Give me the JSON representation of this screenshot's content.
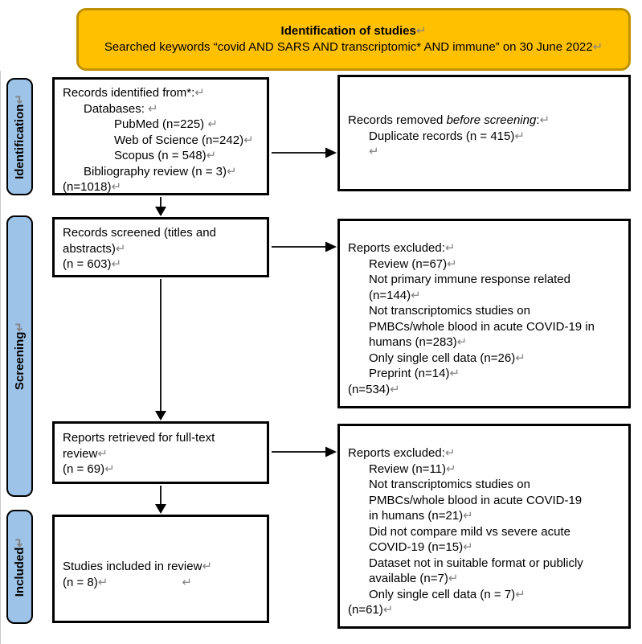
{
  "marks": {
    "return": "↵"
  },
  "colors": {
    "banner_fill": "#FFC000",
    "banner_border": "#BF9000",
    "stage_fill": "#9DC3E8",
    "box_border": "#000000",
    "return_mark": "#848484"
  },
  "banner": {
    "title": "Identification of studies",
    "subtitle": "Searched keywords “covid AND SARS AND transcriptomic* AND immune” on 30 June 2022"
  },
  "stages": [
    {
      "label": "Identification"
    },
    {
      "label": "Screening"
    },
    {
      "label": "Included"
    }
  ],
  "boxes": {
    "identified": {
      "lines": [
        {
          "indent": 0,
          "parts": [
            {
              "t": "Records identified from*:"
            },
            {
              "t": "↵",
              "ret": true
            }
          ]
        },
        {
          "indent": 1,
          "parts": [
            {
              "t": "Databases: "
            },
            {
              "t": "↵",
              "ret": true
            }
          ]
        },
        {
          "indent": 2,
          "parts": [
            {
              "t": "PubMed (n=225) "
            },
            {
              "t": "↵",
              "ret": true
            }
          ]
        },
        {
          "indent": 2,
          "parts": [
            {
              "t": "Web of Science (n=242)"
            },
            {
              "t": "↵",
              "ret": true
            }
          ]
        },
        {
          "indent": 2,
          "parts": [
            {
              "t": "Scopus (n = 548)"
            },
            {
              "t": "↵",
              "ret": true
            }
          ]
        },
        {
          "indent": 1,
          "parts": [
            {
              "t": "Bibliography review (n = 3)"
            },
            {
              "t": "↵",
              "ret": true
            }
          ]
        },
        {
          "indent": 0,
          "parts": [
            {
              "t": "(n=1018)"
            },
            {
              "t": "↵",
              "ret": true
            }
          ]
        }
      ]
    },
    "removed": {
      "lines": [
        {
          "indent": 0,
          "parts": [
            {
              "t": "Records removed "
            },
            {
              "t": "before screening",
              "i": true
            },
            {
              "t": ":"
            },
            {
              "t": "↵",
              "ret": true
            }
          ]
        },
        {
          "indent": 1,
          "parts": [
            {
              "t": "Duplicate records (n = 415)"
            },
            {
              "t": "↵",
              "ret": true
            }
          ]
        },
        {
          "indent": 1,
          "parts": [
            {
              "t": "↵",
              "ret": true
            }
          ]
        }
      ]
    },
    "screened": {
      "lines": [
        {
          "indent": 0,
          "parts": [
            {
              "t": "Records screened (titles and"
            }
          ]
        },
        {
          "indent": 0,
          "parts": [
            {
              "t": "abstracts)"
            },
            {
              "t": "↵",
              "ret": true
            }
          ]
        },
        {
          "indent": 0,
          "parts": [
            {
              "t": "(n = 603)"
            },
            {
              "t": "↵",
              "ret": true
            }
          ]
        }
      ]
    },
    "excluded_screening": {
      "lines": [
        {
          "indent": 0,
          "parts": [
            {
              "t": "Reports excluded:"
            },
            {
              "t": "↵",
              "ret": true
            }
          ]
        },
        {
          "indent": 1,
          "parts": [
            {
              "t": "Review (n=67)"
            },
            {
              "t": "↵",
              "ret": true
            }
          ]
        },
        {
          "indent": 1,
          "parts": [
            {
              "t": "Not primary immune response related"
            }
          ]
        },
        {
          "indent": 1,
          "parts": [
            {
              "t": "(n=144)"
            },
            {
              "t": "↵",
              "ret": true
            }
          ]
        },
        {
          "indent": 1,
          "parts": [
            {
              "t": "Not transcriptomics studies on"
            }
          ]
        },
        {
          "indent": 1,
          "parts": [
            {
              "t": "PMBCs/whole blood in acute COVID-19 in"
            }
          ]
        },
        {
          "indent": 1,
          "parts": [
            {
              "t": "humans (n=283)"
            },
            {
              "t": "↵",
              "ret": true
            }
          ]
        },
        {
          "indent": 1,
          "parts": [
            {
              "t": "Only single cell data (n=26)"
            },
            {
              "t": "↵",
              "ret": true
            }
          ]
        },
        {
          "indent": 1,
          "parts": [
            {
              "t": "Preprint (n=14)"
            },
            {
              "t": "↵",
              "ret": true
            }
          ]
        },
        {
          "indent": 0,
          "parts": [
            {
              "t": "(n=534)"
            },
            {
              "t": "↵",
              "ret": true
            }
          ]
        }
      ]
    },
    "retrieved": {
      "lines": [
        {
          "indent": 0,
          "parts": [
            {
              "t": "Reports retrieved for full-text"
            }
          ]
        },
        {
          "indent": 0,
          "parts": [
            {
              "t": "review"
            },
            {
              "t": "↵",
              "ret": true
            }
          ]
        },
        {
          "indent": 0,
          "parts": [
            {
              "t": "(n = 69)"
            },
            {
              "t": "↵",
              "ret": true
            }
          ]
        }
      ]
    },
    "excluded_fulltext": {
      "lines": [
        {
          "indent": 0,
          "parts": [
            {
              "t": "Reports excluded:"
            },
            {
              "t": "↵",
              "ret": true
            }
          ]
        },
        {
          "indent": 1,
          "parts": [
            {
              "t": "Review (n=11)"
            },
            {
              "t": "↵",
              "ret": true
            }
          ]
        },
        {
          "indent": 1,
          "parts": [
            {
              "t": "Not transcriptomics studies on"
            }
          ]
        },
        {
          "indent": 1,
          "parts": [
            {
              "t": "PMBCs/whole blood in acute COVID-19"
            }
          ]
        },
        {
          "indent": 1,
          "parts": [
            {
              "t": "in humans (n=21)"
            },
            {
              "t": "↵",
              "ret": true
            }
          ]
        },
        {
          "indent": 1,
          "parts": [
            {
              "t": "Did not compare mild vs severe acute"
            }
          ]
        },
        {
          "indent": 1,
          "parts": [
            {
              "t": "COVID-19 (n=15)"
            },
            {
              "t": "↵",
              "ret": true
            }
          ]
        },
        {
          "indent": 1,
          "parts": [
            {
              "t": "Dataset not in suitable format or publicly"
            }
          ]
        },
        {
          "indent": 1,
          "parts": [
            {
              "t": "available (n=7)"
            },
            {
              "t": "↵",
              "ret": true
            }
          ]
        },
        {
          "indent": 1,
          "parts": [
            {
              "t": "Only single cell data (n = 7)"
            },
            {
              "t": "↵",
              "ret": true
            }
          ]
        },
        {
          "indent": 0,
          "parts": [
            {
              "t": "(n=61)"
            },
            {
              "t": "↵",
              "ret": true
            }
          ]
        }
      ]
    },
    "included": {
      "lines": [
        {
          "indent": 0,
          "parts": [
            {
              "t": "Studies included in review"
            },
            {
              "t": "↵",
              "ret": true
            }
          ]
        },
        {
          "indent": 0,
          "parts": [
            {
              "t": "(n = 8)"
            },
            {
              "t": "↵",
              "ret": true
            },
            {
              "t": "↵",
              "ret": true,
              "gap": 92
            }
          ]
        }
      ]
    }
  }
}
